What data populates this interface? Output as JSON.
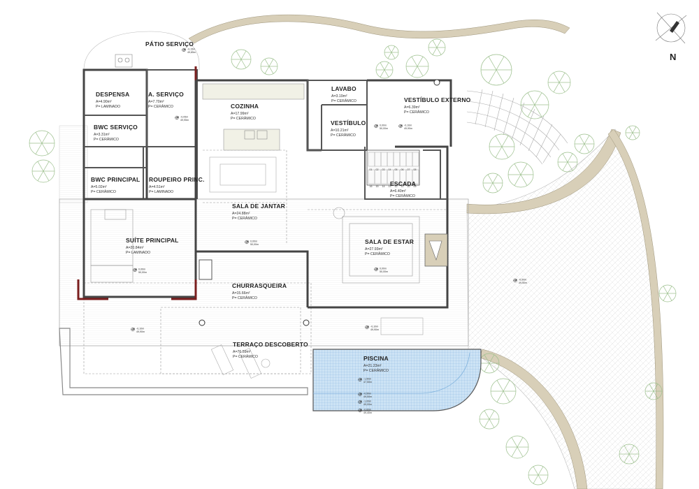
{
  "plan": {
    "north_label": "N",
    "rooms": [
      {
        "id": "patio-servico",
        "name": "PÁTIO SERVIÇO",
        "area": "",
        "floor": "",
        "level": "-0,15m",
        "level2": "49,85m"
      },
      {
        "id": "despensa",
        "name": "DESPENSA",
        "area": "A=4.90m²",
        "floor": "P= LAMINADO",
        "level": "",
        "level2": ""
      },
      {
        "id": "a-servico",
        "name": "A. SERVIÇO",
        "area": "A=7.70m²",
        "floor": "P= CERÂMICO",
        "level": "-0,05m",
        "level2": "49,95m"
      },
      {
        "id": "bwc-servico",
        "name": "BWC SERVIÇO",
        "area": "A=3.31m²",
        "floor": "P= CERÂMICO",
        "level": "",
        "level2": ""
      },
      {
        "id": "bwc-principal",
        "name": "BWC PRINCIPAL",
        "area": "A=5.02m²",
        "floor": "P= CERÂMICO",
        "level": "",
        "level2": ""
      },
      {
        "id": "roupeiro",
        "name": "ROUPEIRO PRINC.",
        "area": "A=4.51m²",
        "floor": "P= LAMINADO",
        "level": "",
        "level2": ""
      },
      {
        "id": "suite",
        "name": "SUÍTE PRINCIPAL",
        "area": "A=20.84m²",
        "floor": "P= LAMINADO",
        "level": "0,00m",
        "level2": "50,00m"
      },
      {
        "id": "cozinha",
        "name": "COZINHA",
        "area": "A=17.99m²",
        "floor": "P= CERÂMICO",
        "level": "",
        "level2": ""
      },
      {
        "id": "sala-jantar",
        "name": "SALA DE JANTAR",
        "area": "A=24.88m²",
        "floor": "P= CERÂMICO",
        "level": "0,00m",
        "level2": "50,00m"
      },
      {
        "id": "churrasqueira",
        "name": "CHURRASQUEIRA",
        "area": "A=15.66m²",
        "floor": "P= CERÂMICO",
        "level": "",
        "level2": ""
      },
      {
        "id": "lavabo",
        "name": "LAVABO",
        "area": "A=3.19m²",
        "floor": "P= CERÂMICO",
        "level": "",
        "level2": ""
      },
      {
        "id": "vestibulo",
        "name": "VESTÍBULO",
        "area": "A=10.21m²",
        "floor": "P= CERÂMICO",
        "level": "0,00m",
        "level2": "50,00m"
      },
      {
        "id": "vestibulo-externo",
        "name": "VESTÍBULO EXTERNO",
        "area": "A=6.39m²",
        "floor": "P= CERÂMICO",
        "level": "-0,10m",
        "level2": "49,90m"
      },
      {
        "id": "escada",
        "name": "ESCADA",
        "area": "A=6.40m²",
        "floor": "P= CERÂMICO",
        "level": "",
        "level2": ""
      },
      {
        "id": "sala-estar",
        "name": "SALA DE ESTAR",
        "area": "A=27.93m²",
        "floor": "P= CERÂMICO",
        "level": "0,00m",
        "level2": "50,00m"
      },
      {
        "id": "terraco",
        "name": "TERRAÇO DESCOBERTO",
        "area": "A=76.59m²",
        "floor": "P= CERÂMICO",
        "level": "-0,10m",
        "level2": "49,90m"
      },
      {
        "id": "piscina",
        "name": "PISCINA",
        "area": "A=21.23m²",
        "floor": "P= CERÂMICO",
        "level": "-1,50m",
        "level2": "47,50m"
      }
    ],
    "extra_levels": [
      {
        "id": "suite-deck",
        "level": "-0,10m",
        "level2": "49,90m"
      },
      {
        "id": "external",
        "level": "-0,50m",
        "level2": "49,50m"
      },
      {
        "id": "pool-1",
        "level": "-0,50m",
        "level2": "49,50m"
      },
      {
        "id": "pool-2",
        "level": "-1,00m",
        "level2": "49,00m"
      },
      {
        "id": "pool-3",
        "level": "-0,60m",
        "level2": "49,40m"
      }
    ],
    "stair_steps": [
      "01",
      "02",
      "03",
      "04",
      "05",
      "06",
      "07",
      "08",
      "09",
      "10",
      "11",
      "12",
      "13",
      "14",
      "15",
      "16"
    ],
    "colors": {
      "wall": "#444444",
      "pool": "#cde3f5",
      "stone": "#d8cfb8",
      "tree": "#9bbf8c",
      "accent_wall": "#7a1e1e"
    }
  }
}
